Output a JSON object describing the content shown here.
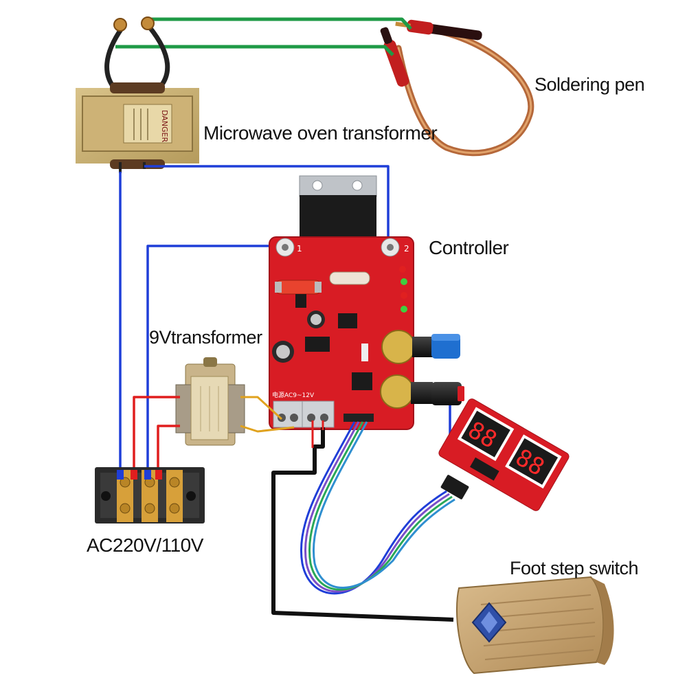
{
  "labels": {
    "soldering_pen": "Soldering pen",
    "microwave_transformer": "Microwave oven transformer",
    "controller": "Controller",
    "transformer_9v": "9Vtransformer",
    "ac_input": "AC220V/110V",
    "foot_switch": "Foot step switch"
  },
  "board_markings": {
    "terminal_1": "1",
    "terminal_2": "2",
    "power_terminal": "电源AC9~12V",
    "mot_plate": "DANGER"
  },
  "colors": {
    "pen_wire": "#1e9a46",
    "primary_wire": "#1f3ed8",
    "secondary_wire": "#e01e1e",
    "low_voltage_wire": "#e0a21e",
    "switch_wire": "#111111",
    "pcb": "#d81c24",
    "knob_blue": "#1f6fd0",
    "knob_red": "#d81c24",
    "copper": "#c77a3a",
    "pedal": "#c9a87a"
  },
  "icons": {
    "pedal_emblem": "diamond-icon",
    "display": "seven-segment-display"
  }
}
